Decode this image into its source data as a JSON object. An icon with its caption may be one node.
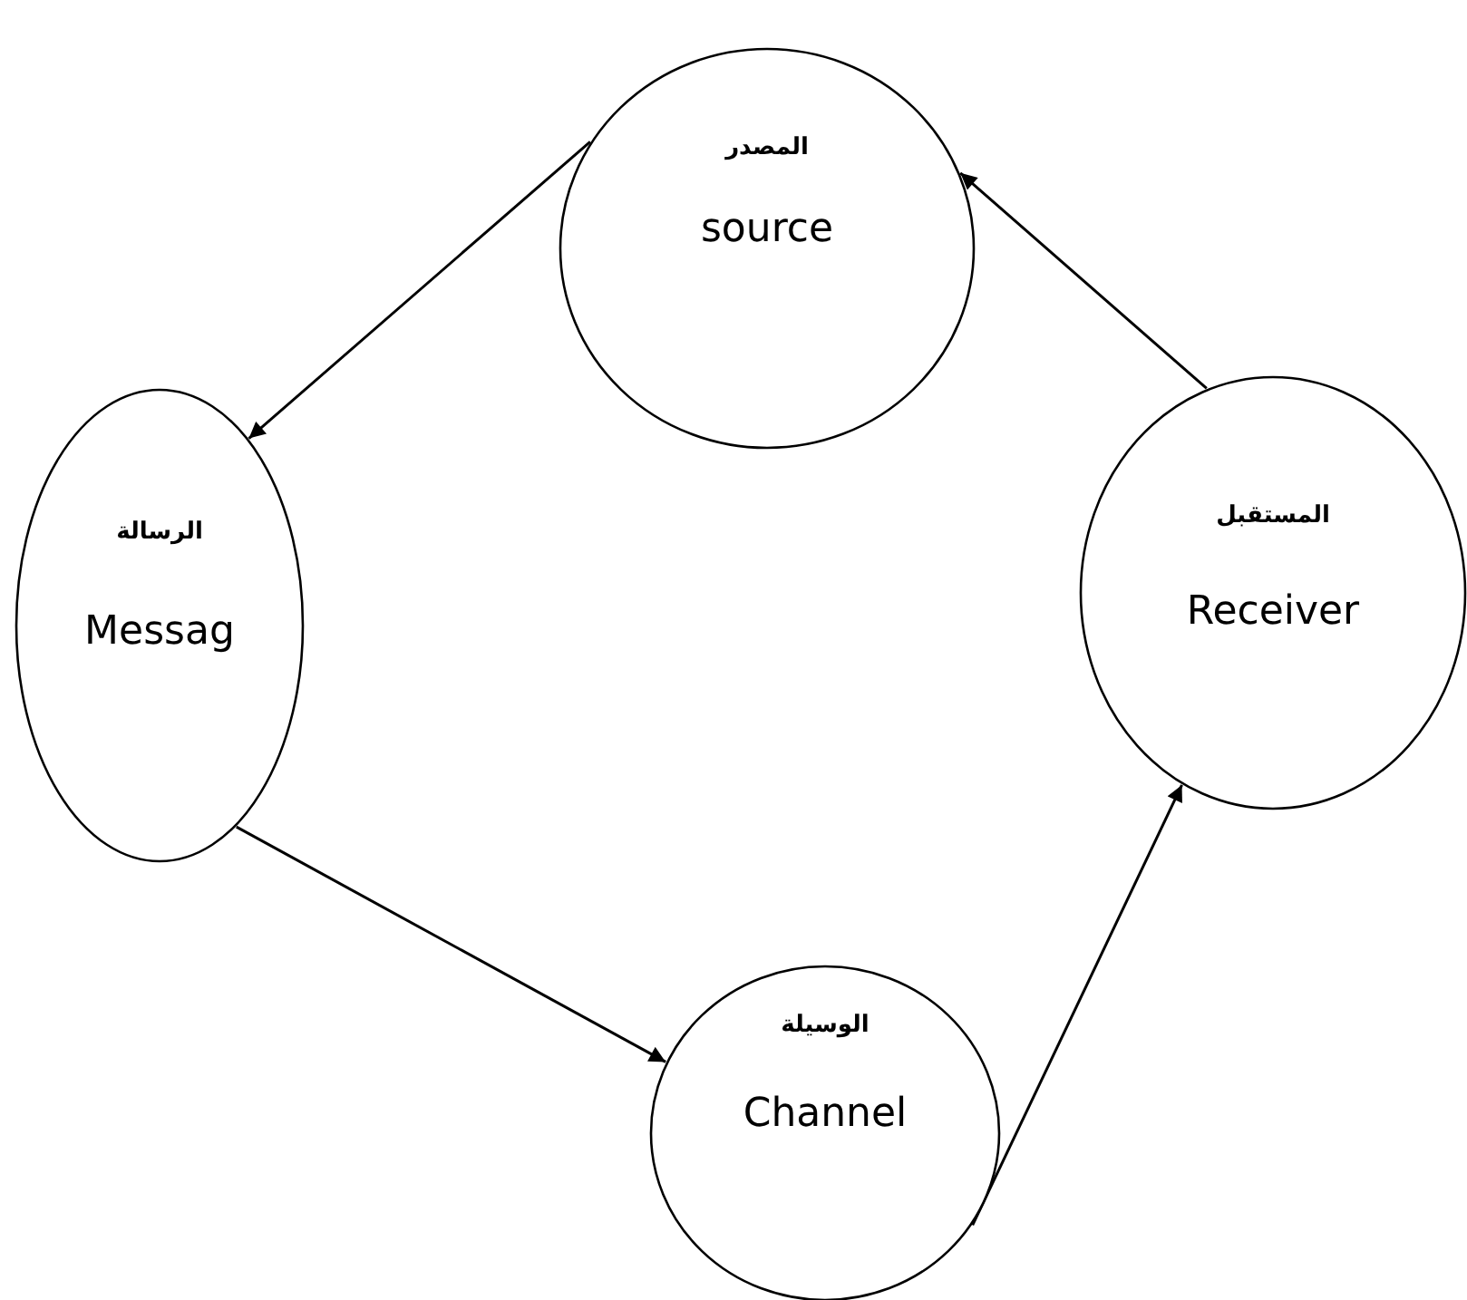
{
  "diagram": {
    "nodes": [
      {
        "text": [
          "المصدر",
          "source"
        ]
      },
      {
        "text": [
          "الرسالة",
          "Messag"
        ]
      },
      {
        "text": [
          "المستقبل",
          "Receiver"
        ]
      },
      {
        "text": [
          "الوسيلة",
          "Channel"
        ]
      }
    ],
    "edges": [
      {
        "from": 0,
        "to": 1,
        "arrow": "to"
      },
      {
        "from": 1,
        "to": 3,
        "arrow": "to"
      },
      {
        "from": 3,
        "to": 2,
        "arrow": "to"
      },
      {
        "from": 2,
        "to": 0,
        "arrow": "to"
      }
    ]
  }
}
